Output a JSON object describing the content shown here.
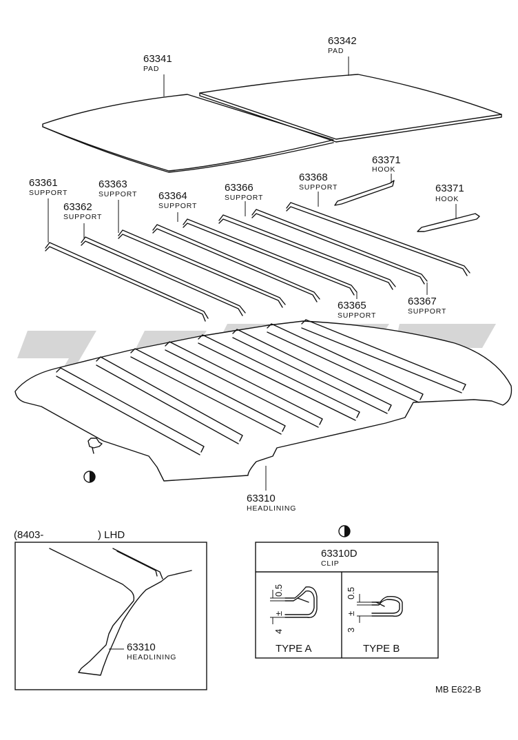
{
  "parts": {
    "pad_front": {
      "number": "63341",
      "name": "PAD"
    },
    "pad_rear": {
      "number": "63342",
      "name": "PAD"
    },
    "support_1": {
      "number": "63361",
      "name": "SUPPORT"
    },
    "support_2": {
      "number": "63362",
      "name": "SUPPORT"
    },
    "support_3": {
      "number": "63363",
      "name": "SUPPORT"
    },
    "support_4": {
      "number": "63364",
      "name": "SUPPORT"
    },
    "support_5": {
      "number": "63365",
      "name": "SUPPORT"
    },
    "support_6": {
      "number": "63366",
      "name": "SUPPORT"
    },
    "support_7": {
      "number": "63367",
      "name": "SUPPORT"
    },
    "support_8": {
      "number": "63368",
      "name": "SUPPORT"
    },
    "hook_1": {
      "number": "63371",
      "name": "HOOK"
    },
    "hook_2": {
      "number": "63371",
      "name": "HOOK"
    },
    "headlining": {
      "number": "63310",
      "name": "HEADLINING"
    }
  },
  "inset_lhd": {
    "header_left": "(8403-",
    "header_right": ") LHD",
    "number": "63310",
    "name": "HEADLINING"
  },
  "clip_table": {
    "symbol": "half-circle-icon",
    "number": "63310D",
    "name": "CLIP",
    "type_a": {
      "label": "TYPE A",
      "dim_top": "0.5",
      "dim_bottom": "4",
      "dim_bottom_tol": "±"
    },
    "type_b": {
      "label": "TYPE B",
      "dim_top": "0.5",
      "dim_bottom": "3",
      "dim_bottom_tol": "±"
    }
  },
  "diagram_code": "MB E622-B",
  "colors": {
    "line": "#111111",
    "watermark": "#d2d2d2"
  }
}
